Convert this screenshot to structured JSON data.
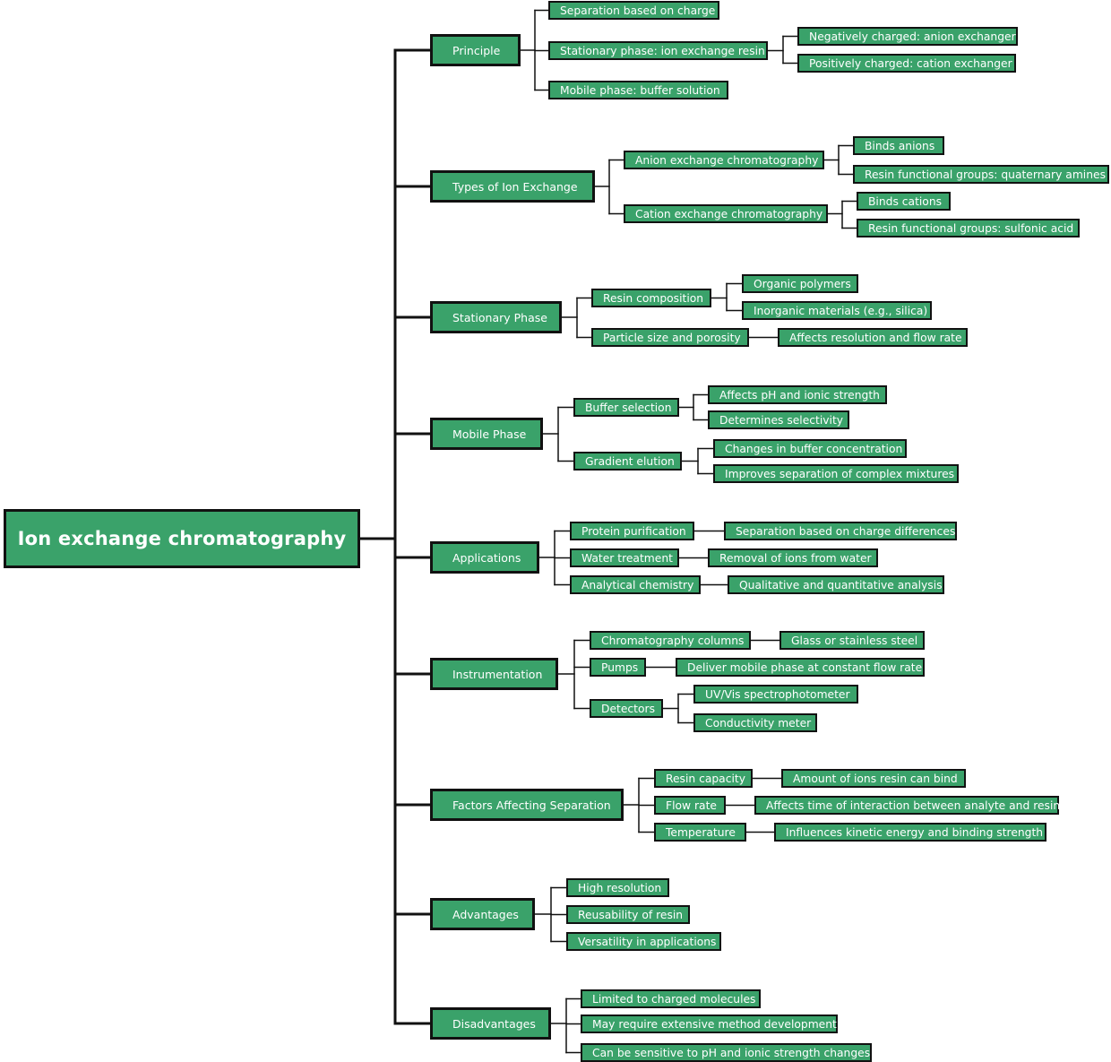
{
  "root": {
    "label": "Ion exchange chromatography"
  },
  "branches": [
    {
      "label": "Principle",
      "children": [
        {
          "label": "Separation based on charge",
          "children": []
        },
        {
          "label": "Stationary phase: ion exchange resin",
          "children": [
            {
              "label": "Negatively charged: anion exchanger"
            },
            {
              "label": "Positively charged: cation exchanger"
            }
          ]
        },
        {
          "label": "Mobile phase: buffer solution",
          "children": []
        }
      ]
    },
    {
      "label": "Types of Ion Exchange",
      "children": [
        {
          "label": "Anion exchange chromatography",
          "children": [
            {
              "label": "Binds anions"
            },
            {
              "label": "Resin functional groups: quaternary amines"
            }
          ]
        },
        {
          "label": "Cation exchange chromatography",
          "children": [
            {
              "label": "Binds cations"
            },
            {
              "label": "Resin functional groups: sulfonic acid"
            }
          ]
        }
      ]
    },
    {
      "label": "Stationary Phase",
      "children": [
        {
          "label": "Resin composition",
          "children": [
            {
              "label": "Organic polymers"
            },
            {
              "label": "Inorganic materials (e.g., silica)"
            }
          ]
        },
        {
          "label": "Particle size and porosity",
          "children": [
            {
              "label": "Affects resolution and flow rate"
            }
          ]
        }
      ]
    },
    {
      "label": "Mobile Phase",
      "children": [
        {
          "label": "Buffer selection",
          "children": [
            {
              "label": "Affects pH and ionic strength"
            },
            {
              "label": "Determines selectivity"
            }
          ]
        },
        {
          "label": "Gradient elution",
          "children": [
            {
              "label": "Changes in buffer concentration"
            },
            {
              "label": "Improves separation of complex mixtures"
            }
          ]
        }
      ]
    },
    {
      "label": "Applications",
      "children": [
        {
          "label": "Protein purification",
          "children": [
            {
              "label": "Separation based on charge differences"
            }
          ]
        },
        {
          "label": "Water treatment",
          "children": [
            {
              "label": "Removal of ions from water"
            }
          ]
        },
        {
          "label": "Analytical chemistry",
          "children": [
            {
              "label": "Qualitative and quantitative analysis"
            }
          ]
        }
      ]
    },
    {
      "label": "Instrumentation",
      "children": [
        {
          "label": "Chromatography columns",
          "children": [
            {
              "label": "Glass or stainless steel"
            }
          ]
        },
        {
          "label": "Pumps",
          "children": [
            {
              "label": "Deliver mobile phase at constant flow rate"
            }
          ]
        },
        {
          "label": "Detectors",
          "children": [
            {
              "label": "UV/Vis spectrophotometer"
            },
            {
              "label": "Conductivity meter"
            }
          ]
        }
      ]
    },
    {
      "label": "Factors Affecting Separation",
      "children": [
        {
          "label": "Resin capacity",
          "children": [
            {
              "label": "Amount of ions resin can bind"
            }
          ]
        },
        {
          "label": "Flow rate",
          "children": [
            {
              "label": "Affects time of interaction between analyte and resin"
            }
          ]
        },
        {
          "label": "Temperature",
          "children": [
            {
              "label": "Influences kinetic energy and binding strength"
            }
          ]
        }
      ]
    },
    {
      "label": "Advantages",
      "children": [
        {
          "label": "High resolution",
          "children": []
        },
        {
          "label": "Reusability of resin",
          "children": []
        },
        {
          "label": "Versatility in applications",
          "children": []
        }
      ]
    },
    {
      "label": "Disadvantages",
      "children": [
        {
          "label": "Limited to charged molecules",
          "children": []
        },
        {
          "label": "May require extensive method development",
          "children": []
        },
        {
          "label": "Can be sensitive to pH and ionic strength changes",
          "children": []
        }
      ]
    }
  ]
}
